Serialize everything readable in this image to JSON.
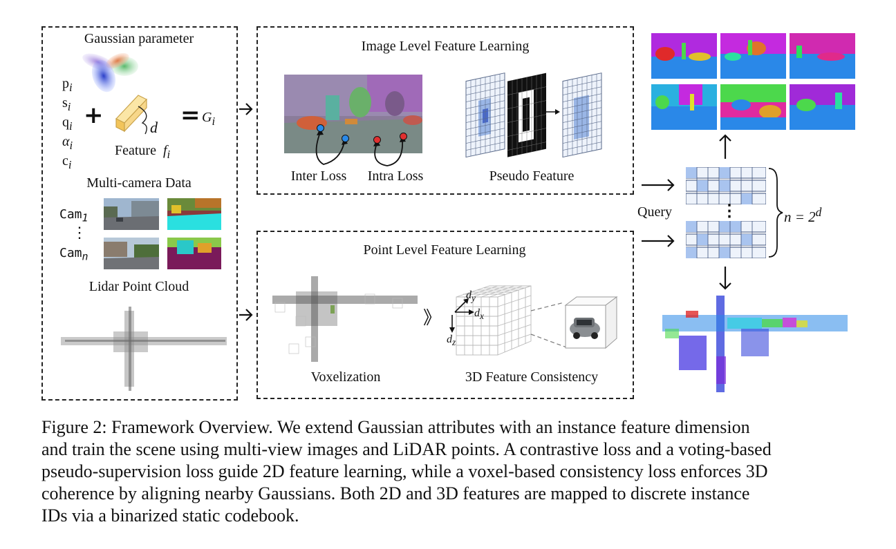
{
  "left_panel": {
    "gaussian_title": "Gaussian parameter",
    "params": [
      "p",
      "s",
      "q",
      "α",
      "c"
    ],
    "param_sub": "i",
    "plus": "+",
    "d_label": "d",
    "equals": "=",
    "gi": "G",
    "gi_sub": "i",
    "feature_label": "Feature",
    "feature_symbol": "f",
    "feature_sub": "i",
    "multicam_title": "Multi-camera Data",
    "cam1": "Cam",
    "cam1_sub": "1",
    "camn": "Cam",
    "camn_sub": "n",
    "vdots": "⋮",
    "lidar_title": "Lidar Point Cloud"
  },
  "image_panel": {
    "title": "Image Level Feature Learning",
    "inter_loss": "Inter Loss",
    "intra_loss": "Intra Loss",
    "pseudo_feature": "Pseudo Feature"
  },
  "point_panel": {
    "title": "Point Level Feature Learning",
    "voxelization": "Voxelization",
    "consistency": "3D Feature Consistency",
    "dy": "d",
    "dy_sub": "y",
    "dx": "d",
    "dx_sub": "x",
    "dz": "d",
    "dz_sub": "z",
    "chevron": "》"
  },
  "codebook": {
    "query": "Query",
    "n_label": "n = 2",
    "n_sup": "d",
    "vdots": "⋮"
  },
  "caption": {
    "lines": [
      "Figure 2: Framework Overview. We extend Gaussian attributes with an instance feature dimension",
      "and train the scene using multi-view images and LiDAR points. A contrastive loss and a voting-based",
      "pseudo-supervision loss guide 2D feature learning, while a voxel-based consistency loss enforces 3D",
      "coherence by aligning nearby Gaussians. Both 2D and 3D features are mapped to discrete instance",
      "IDs via a binarized static codebook."
    ]
  },
  "colors": {
    "codebook_fill": "#a9c4ef",
    "codebook_border": "#3b4f7a",
    "seg_blue": "#2a88e8",
    "seg_magenta": "#c42adf",
    "seg_green": "#4cd84c"
  }
}
